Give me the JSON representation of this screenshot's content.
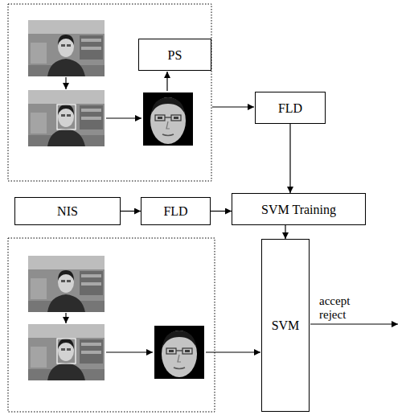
{
  "diagram": {
    "nodes": [
      {
        "text": [
          "PS"
        ]
      },
      {
        "text": [
          "FLD"
        ]
      },
      {
        "text": [
          "NIS"
        ]
      },
      {
        "text": [
          "FLD"
        ]
      },
      {
        "text": [
          "SVM Training"
        ]
      },
      {
        "text": [
          "SVM"
        ]
      }
    ],
    "edges": [
      {
        "from": 1,
        "to": 4,
        "arrow": "to"
      },
      {
        "from": 2,
        "to": 3,
        "arrow": "to"
      },
      {
        "from": 3,
        "to": 4,
        "arrow": "to"
      },
      {
        "from": 4,
        "to": 5,
        "arrow": "to"
      }
    ],
    "labels": [
      "accept",
      "reject"
    ]
  }
}
